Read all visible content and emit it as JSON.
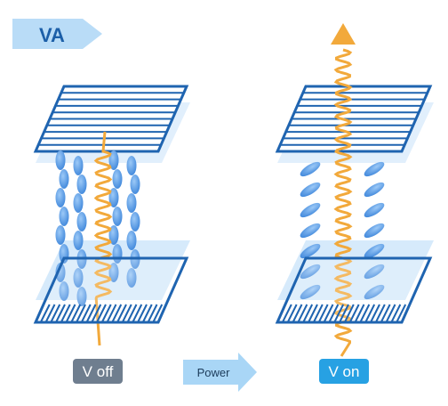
{
  "tag": {
    "label": "VA",
    "fill": "#b9dcf7",
    "text_color": "#1c5fa8"
  },
  "left_state": {
    "label": "V off",
    "fill": "#6f7e8f",
    "text_color": "#ffffff"
  },
  "right_state": {
    "label": "V on",
    "fill": "#27a1e3",
    "text_color": "#ffffff"
  },
  "power_arrow": {
    "label": "Power",
    "fill": "#a9d6f6",
    "text_color": "#1b3b5a"
  },
  "colors": {
    "polarizer_stroke": "#1f64b0",
    "panel_fill": "#cfe6fa",
    "molecule_fill": "#4b95e3",
    "light_wave": "#f2a93b"
  },
  "icons": {
    "light_out": "up-arrow-icon"
  }
}
